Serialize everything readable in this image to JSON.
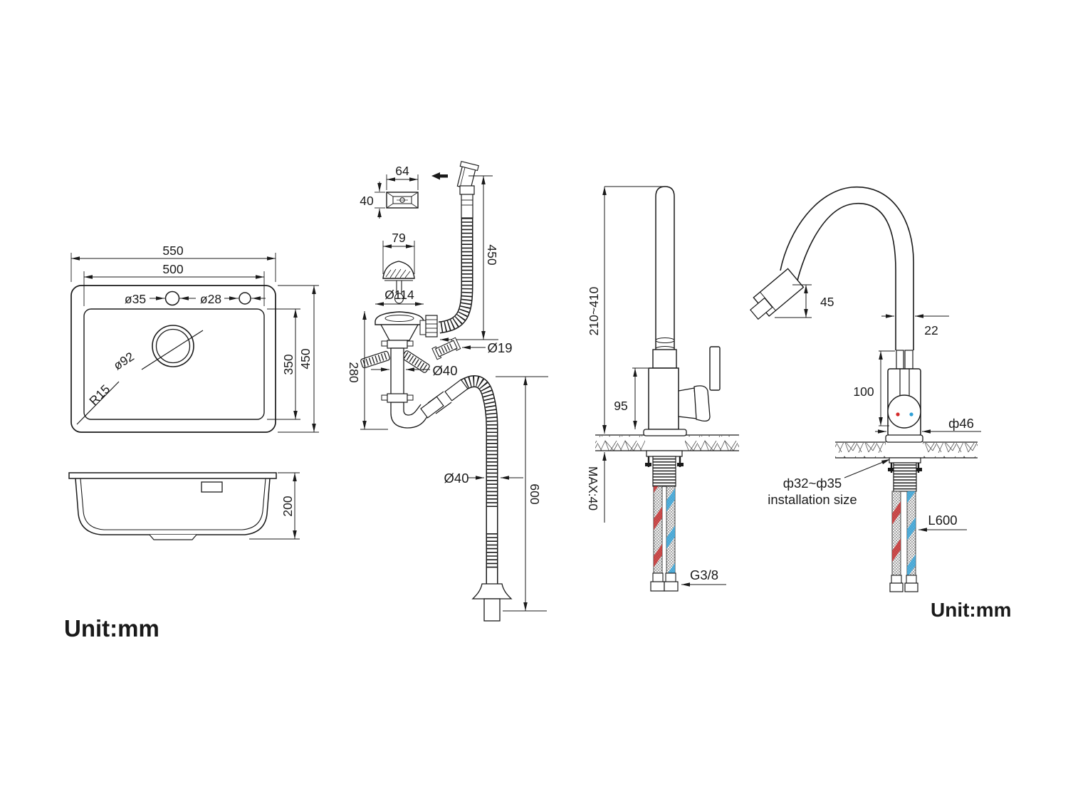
{
  "units": {
    "left": "Unit:mm",
    "right": "Unit:mm"
  },
  "sink_top": {
    "outer_width": "550",
    "inner_width": "500",
    "hole_left": "ø35",
    "hole_right": "ø28",
    "drain_dia": "ø92",
    "corner_radius": "R15",
    "inner_depth": "350",
    "outer_depth": "450"
  },
  "sink_side": {
    "height": "200"
  },
  "drain": {
    "overflow_cover_width": "64",
    "overflow_cover_height": "40",
    "strainer_dia": "79",
    "flange_dia": "Ø114",
    "assembly_height": "280",
    "overflow_hose_length": "450",
    "small_hose_dia": "Ø19",
    "tailpipe_dia": "Ø40",
    "outlet_dia": "Ø40",
    "outlet_hose_length": "600"
  },
  "faucet_side": {
    "height_range": "210~410",
    "body_height": "95",
    "counter_max": "MAX:40",
    "thread_size": "G3/8"
  },
  "faucet_front": {
    "spray_head_length": "45",
    "spout_dia": "22",
    "body_height": "100",
    "base_dia": "ф46",
    "install_dia": "ф32~ф35",
    "install_text": "installation size",
    "hose_length": "L600"
  }
}
